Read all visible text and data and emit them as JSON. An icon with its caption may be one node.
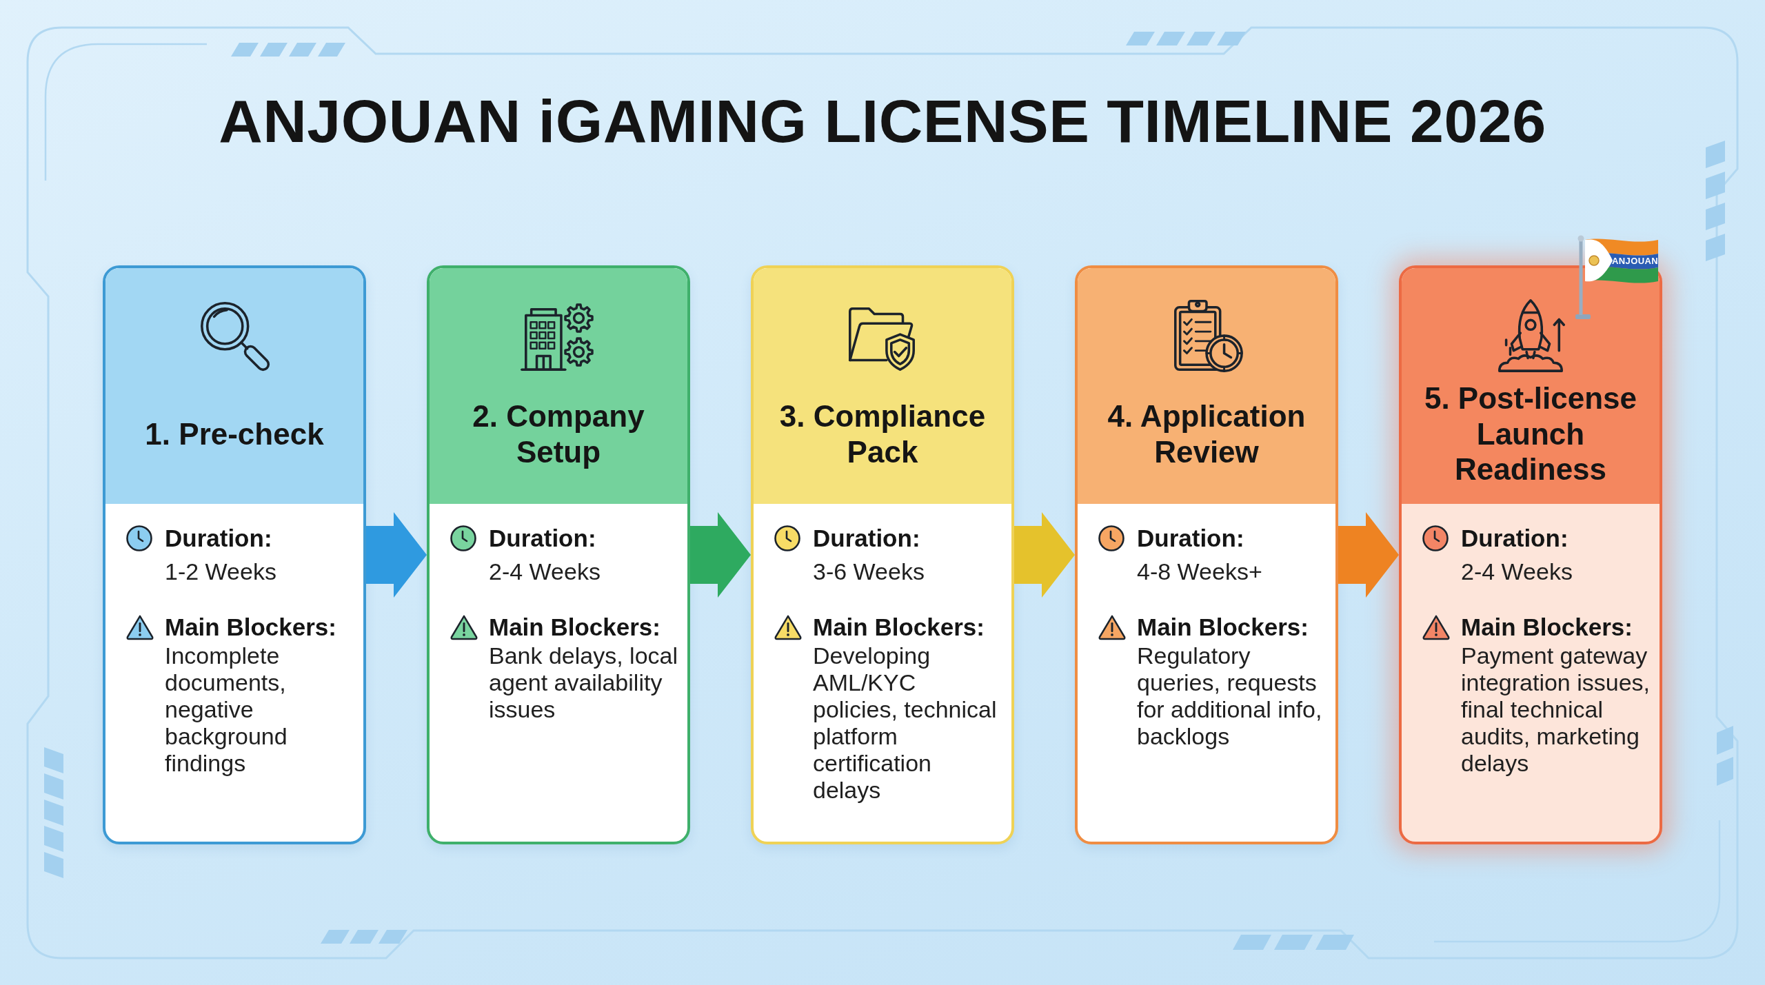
{
  "diagram": {
    "title": "ANJOUAN iGAMING LICENSE TIMELINE 2026",
    "nodes": [
      {
        "text": [
          "1. Pre-check",
          "Duration:",
          "1-2 Weeks",
          "Main Blockers:",
          "Incomplete documents, negative background findings"
        ]
      },
      {
        "text": [
          "2. Company Setup",
          "Duration:",
          "2-4 Weeks",
          "Main Blockers:",
          "Bank delays, local agent availability issues"
        ]
      },
      {
        "text": [
          "3. Compliance Pack",
          "Duration:",
          "3-6 Weeks",
          "Main Blockers:",
          "Developing AML/KYC policies, technical platform certification delays"
        ]
      },
      {
        "text": [
          "4. Application Review",
          "Duration:",
          "4-8 Weeks+",
          "Main Blockers:",
          "Regulatory queries, requests for additional info, backlogs"
        ]
      },
      {
        "text": [
          "5. Post-license Launch Readiness",
          "Duration:",
          "2-4 Weeks",
          "Main Blockers:",
          "Payment gateway integration issues, final technical audits, marketing delays"
        ]
      }
    ],
    "edges": [
      {
        "from": 0,
        "to": 1,
        "arrow": "to",
        "color": "#2f9ae0"
      },
      {
        "from": 1,
        "to": 2,
        "arrow": "to",
        "color": "#2eaa60"
      },
      {
        "from": 2,
        "to": 3,
        "arrow": "to",
        "color": "#e5c22c"
      },
      {
        "from": 3,
        "to": 4,
        "arrow": "to",
        "color": "#ee8322"
      }
    ],
    "labels": [
      "ANJOUAN"
    ]
  }
}
